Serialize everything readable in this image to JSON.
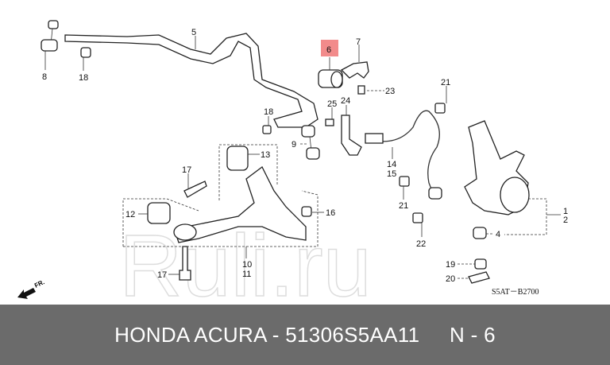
{
  "diagram": {
    "watermark": "Ruli.ru",
    "diagram_code": "S5AT－B2700",
    "direction_label": "FR.",
    "highlight_color": "#f28b8b",
    "highlighted_part": "6",
    "callouts": {
      "c5": "5",
      "c8": "8",
      "c18a": "18",
      "c18b": "18",
      "c6": "6",
      "c7": "7",
      "c23": "23",
      "c25": "25",
      "c24": "24",
      "c21a": "21",
      "c9": "9",
      "c13": "13",
      "c17a": "17",
      "c12": "12",
      "c16": "16",
      "c14": "14",
      "c15": "15",
      "c21b": "21",
      "c1": "1",
      "c2": "2",
      "c4": "4",
      "c22": "22",
      "c10": "10",
      "c11": "11",
      "c17b": "17",
      "c19": "19",
      "c20": "20"
    }
  },
  "footer": {
    "text": "HONDA ACURA - 51306S5AA11     N - 6"
  }
}
